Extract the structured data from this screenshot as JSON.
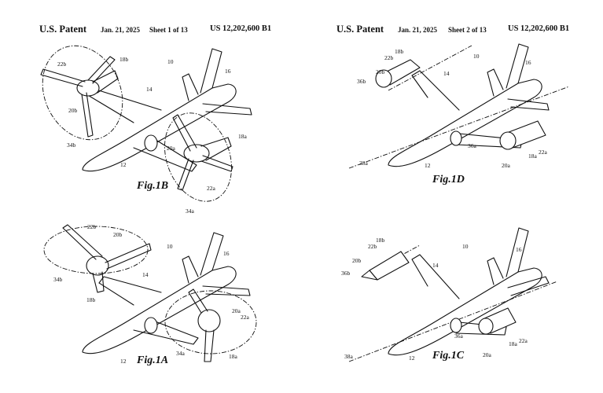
{
  "sheets": [
    {
      "header": {
        "patent": "U.S. Patent",
        "date": "Jan. 21, 2025",
        "sheet": "Sheet 1 of 13",
        "number": "US 12,202,600 B1"
      },
      "figures": [
        {
          "caption": "Fig.1B",
          "labels": [
            "10",
            "16",
            "18b",
            "22b",
            "20b",
            "14",
            "34b",
            "12",
            "18a",
            "20a",
            "22a",
            "34a"
          ]
        },
        {
          "caption": "Fig.1A",
          "labels": [
            "22b",
            "20b",
            "10",
            "16",
            "34b",
            "14",
            "18b",
            "20a",
            "22a",
            "34a",
            "12",
            "18a"
          ]
        }
      ]
    },
    {
      "header": {
        "patent": "U.S. Patent",
        "date": "Jan. 21, 2025",
        "sheet": "Sheet 2 of 13",
        "number": "US 12,202,600 B1"
      },
      "figures": [
        {
          "caption": "Fig.1D",
          "labels": [
            "18b",
            "22b",
            "20b",
            "36b",
            "10",
            "16",
            "14",
            "36a",
            "18a",
            "22a",
            "20a",
            "38a",
            "12"
          ]
        },
        {
          "caption": "Fig.1C",
          "labels": [
            "18b",
            "22b",
            "20b",
            "36b",
            "10",
            "16",
            "14",
            "36a",
            "20a",
            "18a",
            "22a",
            "38a",
            "12"
          ]
        }
      ]
    }
  ]
}
